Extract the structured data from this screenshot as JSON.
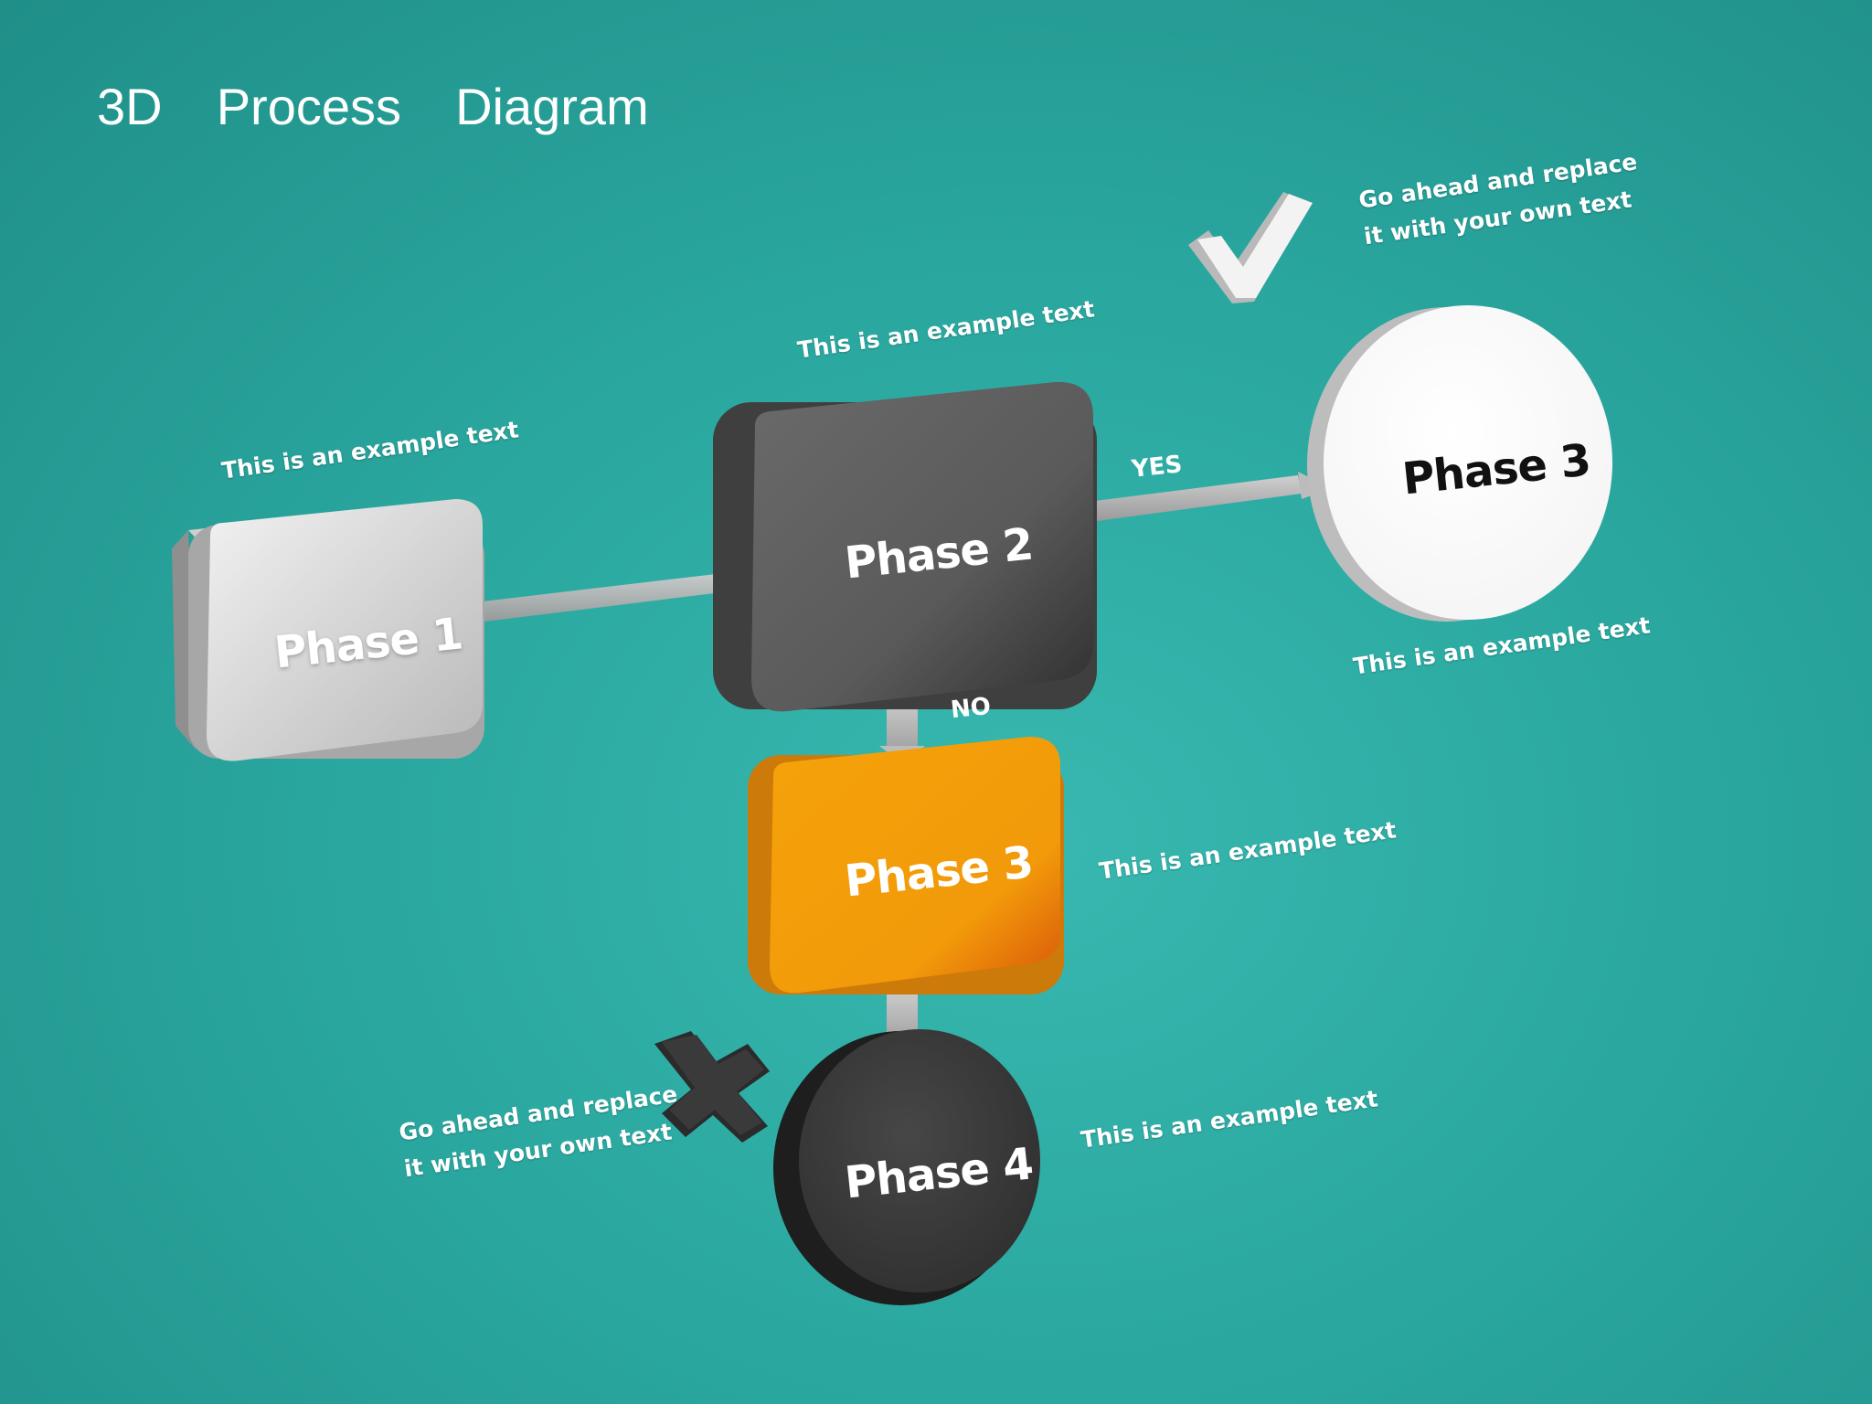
{
  "title": "3D  Process  Diagram",
  "nodes": {
    "phase1": {
      "label": "Phase 1",
      "color": "#d9d9d9"
    },
    "phase2": {
      "label": "Phase 2",
      "color": "#555555"
    },
    "phase3_yes": {
      "label": "Phase 3",
      "color": "#ffffff"
    },
    "phase3_no": {
      "label": "Phase 3",
      "color": "#f5a20a"
    },
    "phase4": {
      "label": "Phase 4",
      "color": "#3a3a3a"
    }
  },
  "branches": {
    "yes": "YES",
    "no": "NO"
  },
  "annotations": {
    "phase1_top": "This is an example text",
    "phase2_top": "This is an example text",
    "phase3_bottom": "This is an example text",
    "check_note": {
      "line1": "Go ahead and replace",
      "line2": "it with your own text"
    },
    "phase3_orange_right": "This is an example text",
    "phase4_right": "This is an example text",
    "cross_note": {
      "line1": "Go ahead and replace",
      "line2": "it with your own text"
    }
  },
  "icons": {
    "check": "check-icon",
    "cross": "cross-icon"
  },
  "colors": {
    "background": "#2aa8a0",
    "accent": "#f5a20a"
  }
}
